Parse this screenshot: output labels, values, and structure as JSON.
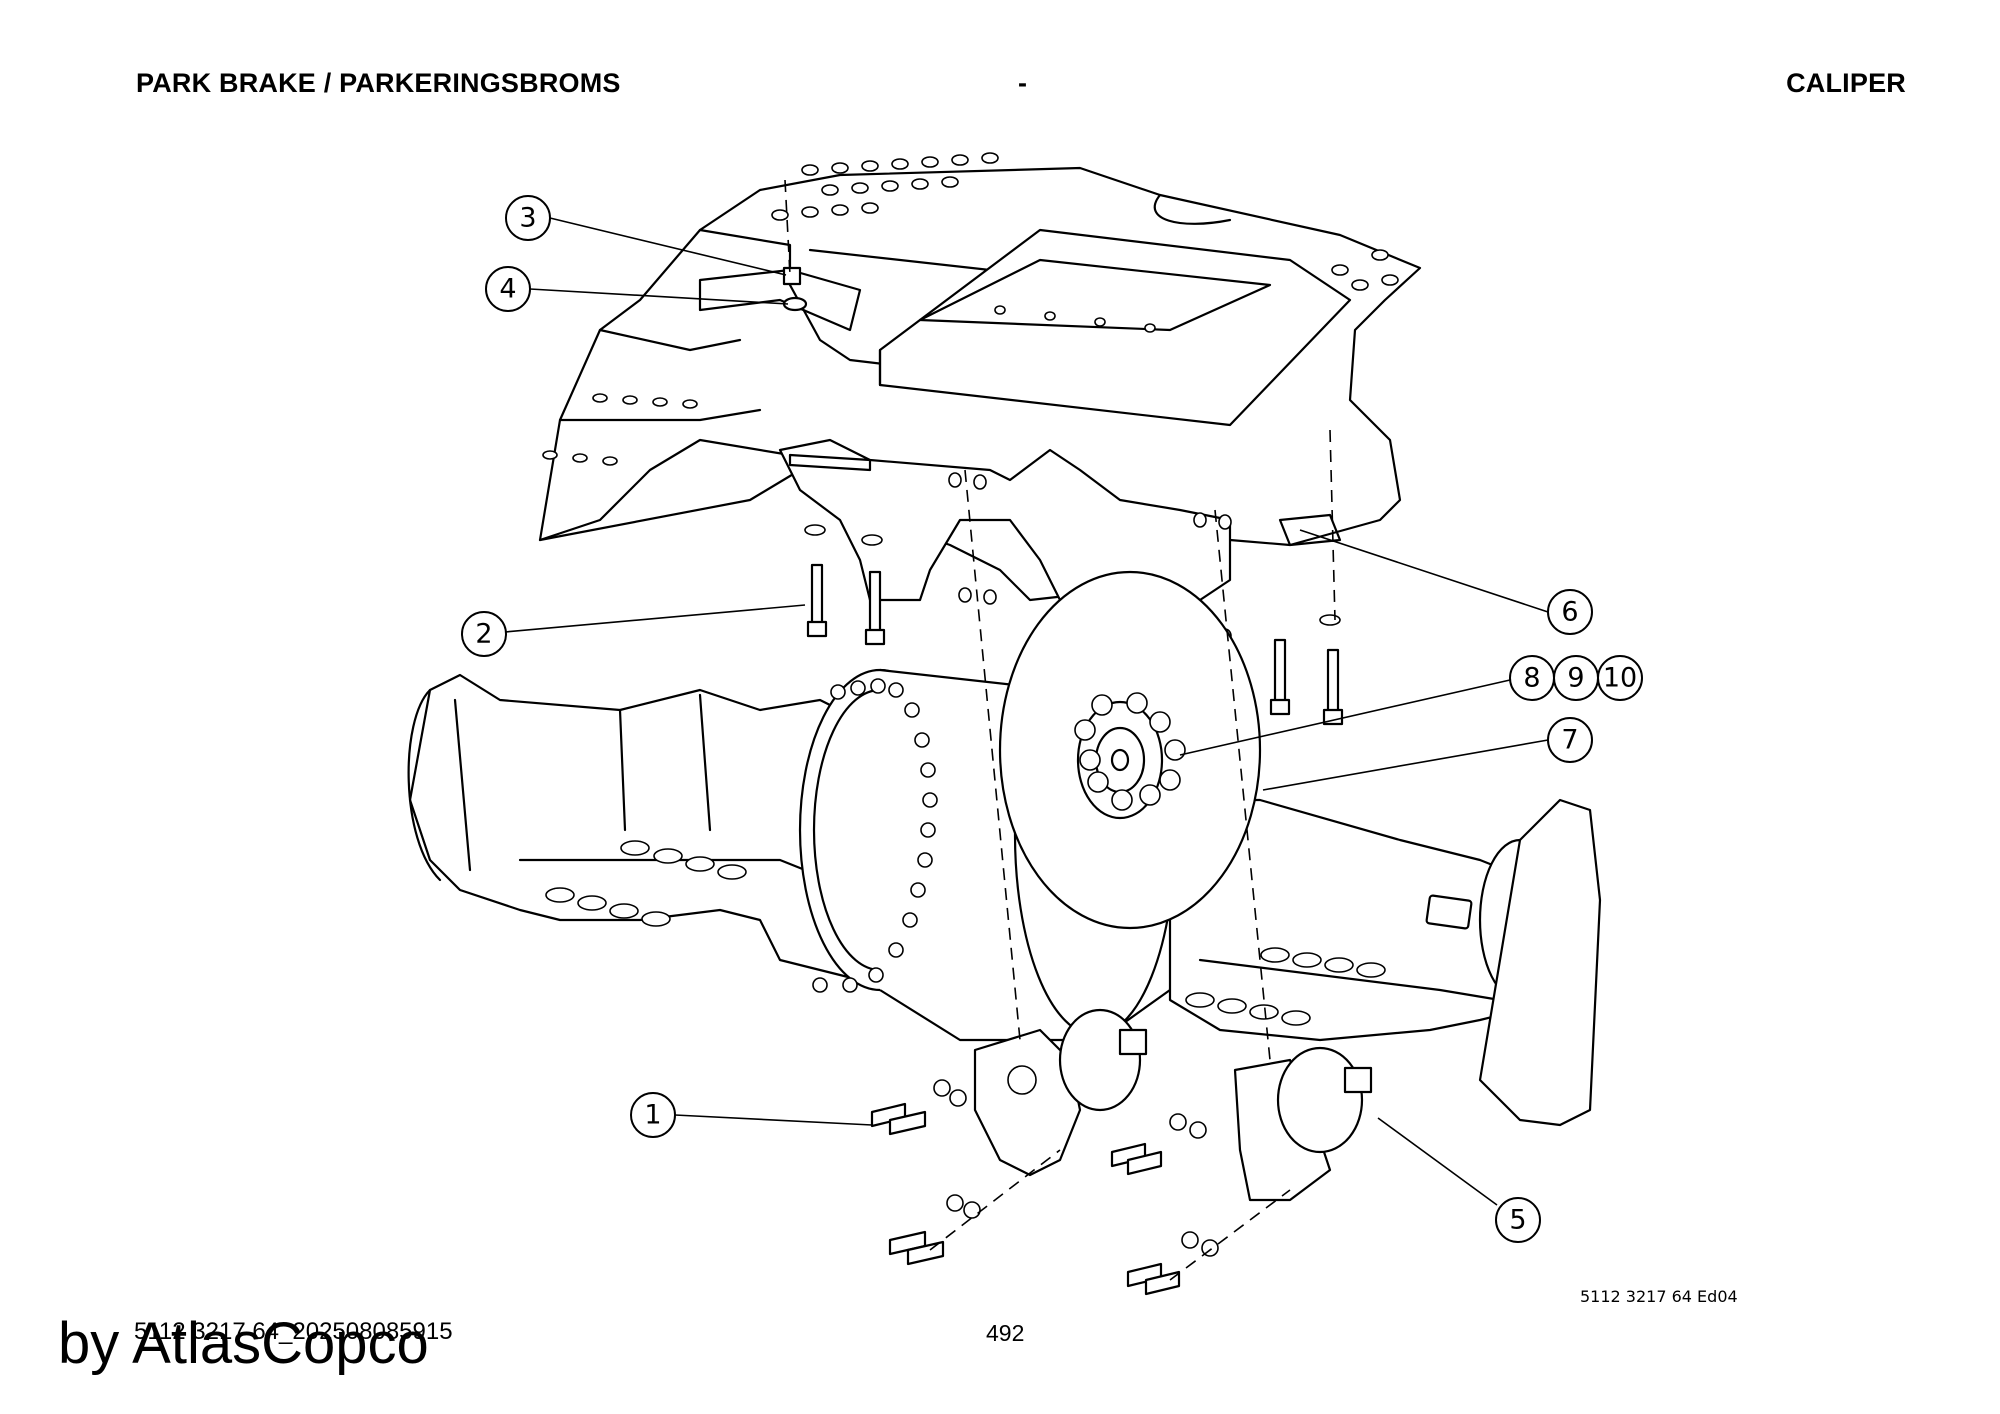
{
  "header": {
    "left_title": "PARK BRAKE / PARKERINGSBROMS",
    "middle": "-",
    "right_title": "CALIPER"
  },
  "callouts": [
    {
      "id": "1",
      "label": "1",
      "part": "screw"
    },
    {
      "id": "2",
      "label": "2",
      "part": "bolt"
    },
    {
      "id": "3",
      "label": "3",
      "part": "nut"
    },
    {
      "id": "4",
      "label": "4",
      "part": "washer"
    },
    {
      "id": "5",
      "label": "5",
      "part": "caliper"
    },
    {
      "id": "6",
      "label": "6",
      "part": "bracket"
    },
    {
      "id": "7",
      "label": "7",
      "part": "brake-disc"
    },
    {
      "id": "8",
      "label": "8",
      "part": "disc-bolt"
    },
    {
      "id": "9",
      "label": "9",
      "part": "disc-bolt"
    },
    {
      "id": "10",
      "label": "10",
      "part": "disc-bolt"
    }
  ],
  "footer": {
    "drawing_ref": "5112 3217 64 Ed04",
    "page_number": "492",
    "document_id": "5112 3217 64_202508085915",
    "watermark": "by AtlasCopco"
  },
  "nameplate_icon": "nameplate-icon"
}
